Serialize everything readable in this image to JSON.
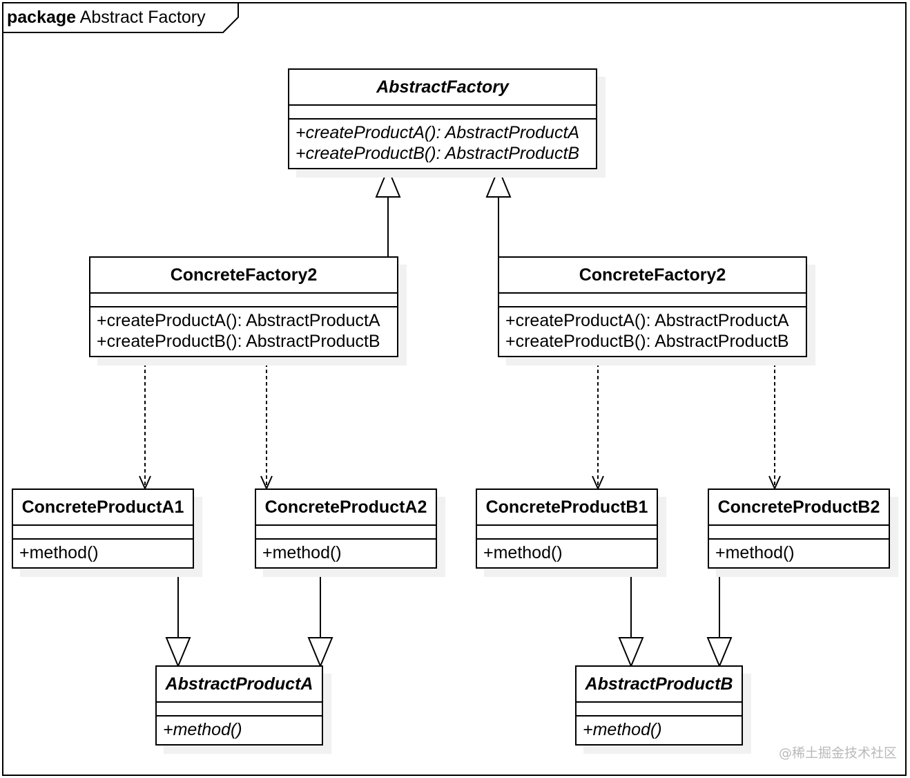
{
  "package": {
    "keyword": "package",
    "name": "Abstract Factory"
  },
  "classes": {
    "abstract_factory": {
      "name": "AbstractFactory",
      "operations": [
        "+createProductA(): AbstractProductA",
        "+createProductB(): AbstractProductB"
      ]
    },
    "concrete_factory_left": {
      "name": "ConcreteFactory2",
      "operations": [
        "+createProductA(): AbstractProductA",
        "+createProductB(): AbstractProductB"
      ]
    },
    "concrete_factory_right": {
      "name": "ConcreteFactory2",
      "operations": [
        "+createProductA(): AbstractProductA",
        "+createProductB(): AbstractProductB"
      ]
    },
    "product_a1": {
      "name": "ConcreteProductA1",
      "operations": [
        "+method()"
      ]
    },
    "product_a2": {
      "name": "ConcreteProductA2",
      "operations": [
        "+method()"
      ]
    },
    "product_b1": {
      "name": "ConcreteProductB1",
      "operations": [
        "+method()"
      ]
    },
    "product_b2": {
      "name": "ConcreteProductB2",
      "operations": [
        "+method()"
      ]
    },
    "abstract_product_a": {
      "name": "AbstractProductA",
      "operations": [
        "+method()"
      ]
    },
    "abstract_product_b": {
      "name": "AbstractProductB",
      "operations": [
        "+method()"
      ]
    }
  },
  "watermark": "@稀土掘金技术社区",
  "colors": {
    "line": "#000000",
    "shadow": "#f1f1f1",
    "watermark": "#b9b9b9"
  }
}
